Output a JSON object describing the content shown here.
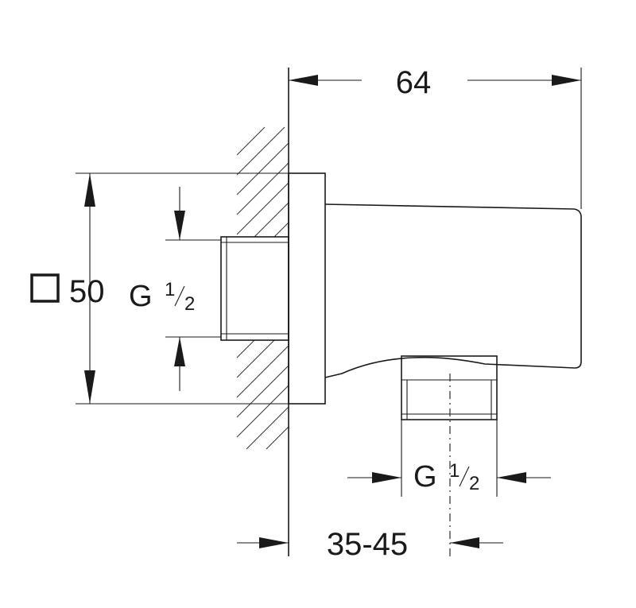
{
  "dimensions": {
    "overall_length": "64",
    "square_size": "50",
    "wall_thread": "G",
    "wall_thread_fraction_num": "1",
    "wall_thread_fraction_den": "2",
    "outlet_thread": "G",
    "outlet_thread_fraction_num": "1",
    "outlet_thread_fraction_den": "2",
    "wall_depth_range": "35-45"
  },
  "symbols": {
    "square_symbol": "square-icon"
  },
  "colors": {
    "line": "#1a1a1a",
    "background": "#ffffff"
  }
}
